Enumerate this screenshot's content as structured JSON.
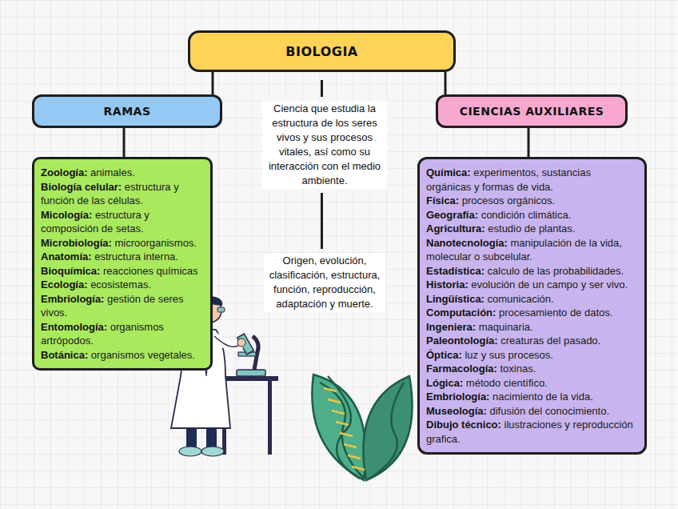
{
  "diagram": {
    "nodes": [
      {
        "text": [
          "BIOLOGIA"
        ]
      },
      {
        "text": [
          "RAMAS"
        ]
      },
      {
        "text": [
          "Zoología: animales.",
          "Biología celular: estructura y función de las células.",
          "Micología: estructura y composición de setas.",
          "Microbiología: microorganismos.",
          "Anatomía: estructura interna.",
          "Bioquímica: reacciones químicas",
          "Ecología: ecosistemas.",
          "Embriología: gestión de seres vivos.",
          "Entomología: organismos artrópodos.",
          "Botánica: organismos vegetales."
        ]
      },
      {
        "text": [
          "CIENCIAS AUXILIARES"
        ]
      },
      {
        "text": [
          "Química: experimentos, sustancias orgánicas y formas de vida.",
          "Física: procesos orgánicos.",
          "Geografía: condición climática.",
          "Agricultura: estudio de plantas.",
          "Nanotecnología: manipulación de la vida, molecular o subcelular.",
          "Estadística: calculo de las probabilidades.",
          "Historia: evolución de un campo y ser vivo.",
          "Lingüística: comunicación.",
          "Computación: procesamiento de datos.",
          "Ingeniera: maquinaria.",
          "Paleontología: creaturas del pasado.",
          "Óptica: luz y sus procesos.",
          "Farmacología: toxinas.",
          "Lógica: método científico.",
          "Embriología: nacimiento de la vida.",
          "Museología: difusión del conocimiento.",
          "Dibujo técnico: ilustraciones y reproducción grafica."
        ]
      }
    ],
    "edges": [
      {
        "from": 0,
        "to": 1,
        "arrow": "none"
      },
      {
        "from": 0,
        "to": 3,
        "arrow": "none"
      },
      {
        "from": 1,
        "to": 2,
        "arrow": "none"
      },
      {
        "from": 3,
        "to": 4,
        "arrow": "none"
      }
    ],
    "labels": [
      "Ciencia que estudia la estructura de los seres vivos y sus procesos vitales, así como su interacción con el medio ambiente.",
      "Origen, evolución, clasificación, estructura, función, reproducción, adaptación y muerte."
    ]
  }
}
